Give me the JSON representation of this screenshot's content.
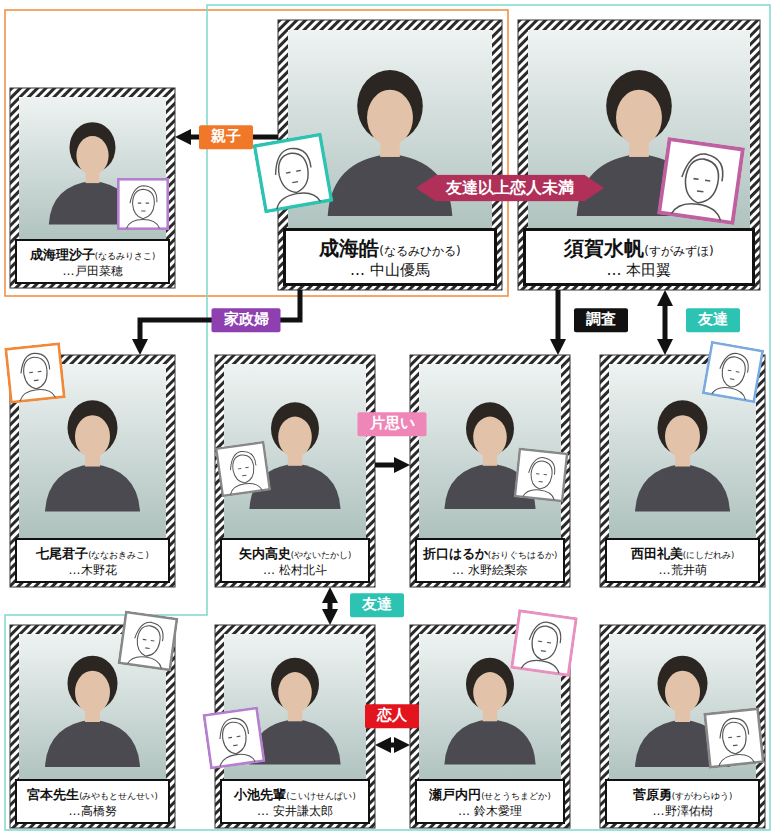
{
  "diagram": {
    "nodes": [
      {
        "text": [
          "成海理沙子",
          "(なるみりさこ)",
          "…戸田菜穂"
        ]
      },
      {
        "text": [
          "成海皓",
          "(なるみひかる)",
          "… 中山優馬"
        ]
      },
      {
        "text": [
          "須賀水帆",
          "(すがみずほ)",
          "… 本田翼"
        ]
      },
      {
        "text": [
          "七尾君子",
          "(ななおきみこ)",
          "…木野花"
        ]
      },
      {
        "text": [
          "矢内高史",
          "(やないたかし)",
          "… 松村北斗"
        ]
      },
      {
        "text": [
          "折口はるか",
          "(おりぐちはるか)",
          "… 水野絵梨奈"
        ]
      },
      {
        "text": [
          "西田礼美",
          "(にしだれみ)",
          "…荒井萌"
        ]
      },
      {
        "text": [
          "宮本先生",
          "(みやもとせんせい)",
          "…高橋努"
        ]
      },
      {
        "text": [
          "小池先輩",
          "(こいけせんぱい)",
          "… 安井謙太郎"
        ]
      },
      {
        "text": [
          "瀬戸内円",
          "(せとうちまどか)",
          "… 鈴木愛理"
        ]
      },
      {
        "text": [
          "菅原勇",
          "(すがわらゆう)",
          "…野澤佑樹"
        ]
      }
    ],
    "edges": [
      {
        "from": 1,
        "to": 0,
        "label": "親子",
        "arrow": "to"
      },
      {
        "from": 1,
        "to": 2,
        "label": "友達以上恋人未満",
        "arrow": "both"
      },
      {
        "from": 1,
        "to": 3,
        "label": "家政婦",
        "arrow": "to"
      },
      {
        "from": 2,
        "to": 5,
        "label": "調査",
        "arrow": "to"
      },
      {
        "from": 2,
        "to": 6,
        "label": "友達",
        "arrow": "both"
      },
      {
        "from": 4,
        "to": 5,
        "label": "片思い",
        "arrow": "to"
      },
      {
        "from": 4,
        "to": 8,
        "label": "友達",
        "arrow": "both"
      },
      {
        "from": 8,
        "to": 9,
        "label": "恋人",
        "arrow": "both"
      }
    ]
  }
}
